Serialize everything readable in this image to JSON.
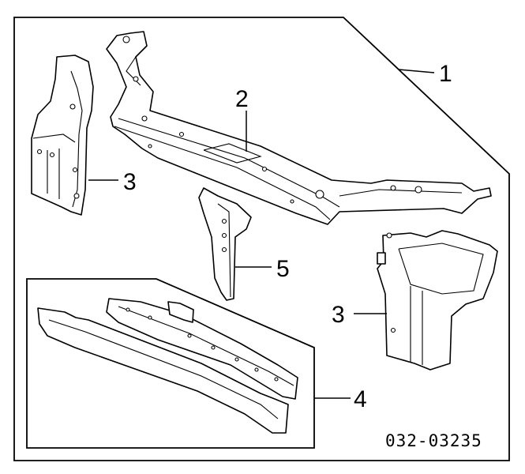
{
  "callouts": {
    "c1": "1",
    "c2": "2",
    "c3_left": "3",
    "c3_right": "3",
    "c4": "4",
    "c5": "5"
  },
  "diagram_code": "032-03235"
}
